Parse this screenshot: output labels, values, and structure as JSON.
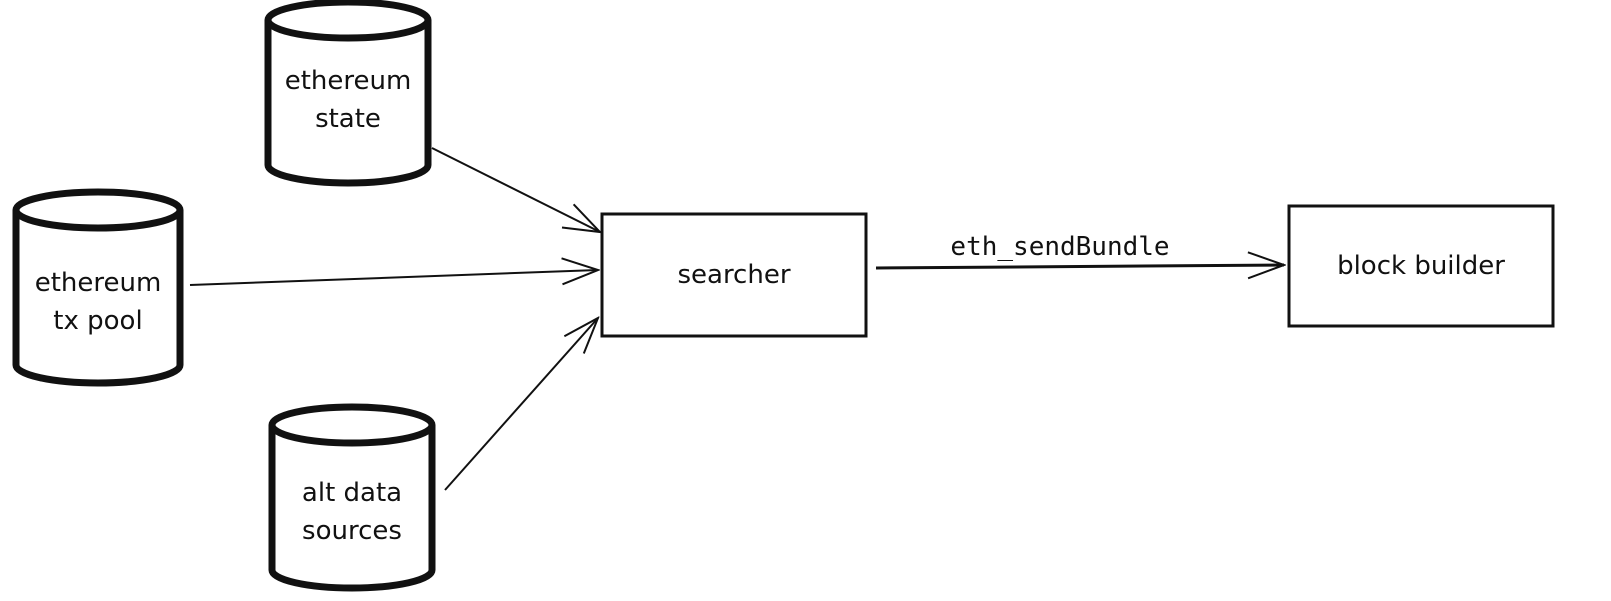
{
  "nodes": {
    "eth_state": "ethereum\nstate",
    "tx_pool": "ethereum\ntx pool",
    "alt_data": "alt data\nsources",
    "searcher": "searcher",
    "block_builder": "block builder"
  },
  "edges": {
    "bundle_label": "eth_sendBundle"
  }
}
